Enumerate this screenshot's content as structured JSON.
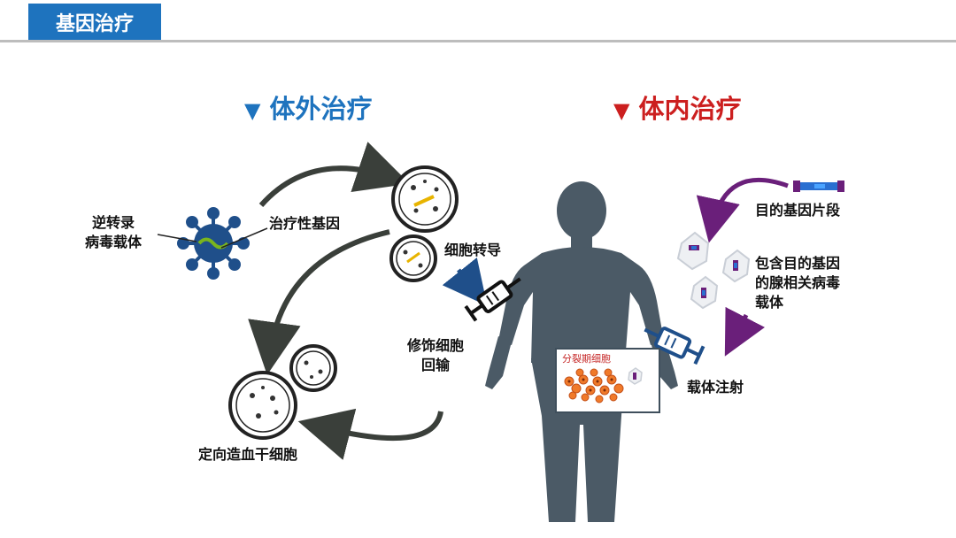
{
  "header": {
    "title": "基因治疗"
  },
  "sections": {
    "ex_vivo": {
      "marker": "▼",
      "title": "体外治疗"
    },
    "in_vivo": {
      "marker": "▼",
      "title": "体内治疗"
    }
  },
  "labels": {
    "retro_vector": [
      "逆转录",
      "病毒载体"
    ],
    "therapeutic_gene": "治疗性基因",
    "cell_transduction": "细胞转导",
    "modified_cell_return": [
      "修饰细胞",
      "回输"
    ],
    "stem_cells": "定向造血干细胞",
    "target_gene": "目的基因片段",
    "aav_vector": [
      "包含目的基因",
      "的腺相关病毒",
      "载体"
    ],
    "vector_injection": "载体注射",
    "dividing_cells": "分裂期细胞"
  },
  "colors": {
    "header_blue": "#1e73be",
    "ex_vivo_blue": "#1e73be",
    "in_vivo_red": "#cc1f1f",
    "virus_blue": "#1f4f8a",
    "body_gray": "#4b5a66",
    "arrow_purple": "#6a1f7a",
    "arrow_dark": "#3a3f3a"
  },
  "icons": [
    "virus-icon",
    "petri-dish-icon",
    "syringe-icon",
    "human-silhouette-icon",
    "dna-fragment-icon",
    "aav-particle-icon",
    "cell-cluster-icon"
  ]
}
